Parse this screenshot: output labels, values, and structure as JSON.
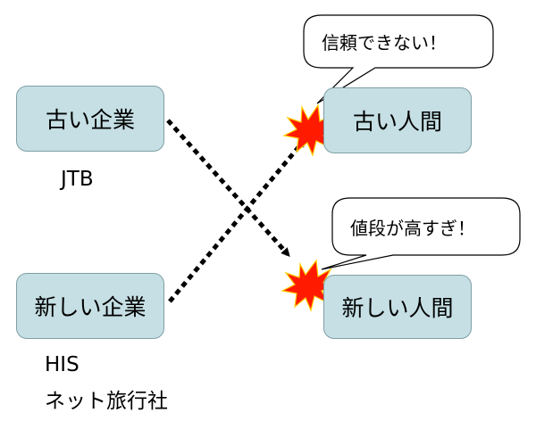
{
  "boxes": {
    "old_company": "古い企業",
    "new_company": "新しい企業",
    "old_people": "古い人間",
    "new_people": "新しい人間"
  },
  "labels": {
    "old_company_example": "JTB",
    "new_company_example_1": "HIS",
    "new_company_example_2": "ネット旅行社"
  },
  "bubbles": {
    "old_people_comment": "信頼できない！",
    "new_people_comment": "値段が高すぎ！"
  },
  "colors": {
    "box_fill": "#c5dfe4",
    "box_border": "#7f9fa5",
    "burst_fill": "#ff1a00",
    "burst_stroke": "#ffcc00",
    "arrow": "#000000"
  }
}
